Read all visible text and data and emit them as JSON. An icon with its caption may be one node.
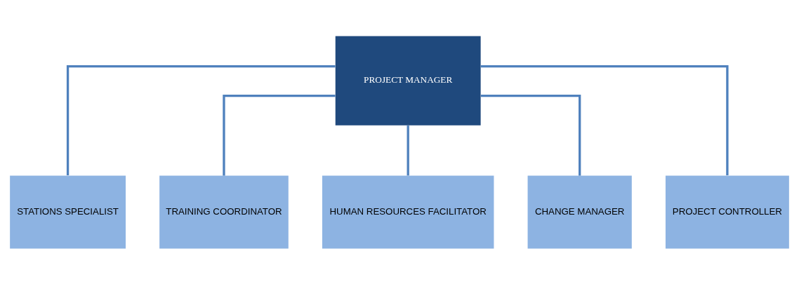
{
  "diagram": {
    "nodes": [
      {
        "text": [
          "PROJECT MANAGER"
        ]
      },
      {
        "text": [
          "STATIONS SPECIALIST"
        ]
      },
      {
        "text": [
          "TRAINING COORDINATOR"
        ]
      },
      {
        "text": [
          "HUMAN RESOURCES FACILITATOR"
        ]
      },
      {
        "text": [
          "CHANGE MANAGER"
        ]
      },
      {
        "text": [
          "PROJECT CONTROLLER"
        ]
      }
    ],
    "edges": [
      {
        "from": 0,
        "to": 1,
        "arrow": "none"
      },
      {
        "from": 0,
        "to": 2,
        "arrow": "none"
      },
      {
        "from": 0,
        "to": 3,
        "arrow": "none"
      },
      {
        "from": 0,
        "to": 4,
        "arrow": "none"
      },
      {
        "from": 0,
        "to": 5,
        "arrow": "none"
      }
    ]
  }
}
